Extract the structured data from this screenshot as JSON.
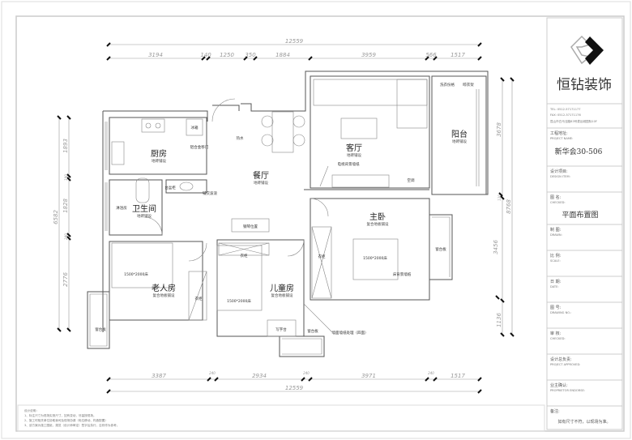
{
  "dimensions": {
    "top_total": "12559",
    "top_segments": [
      "3194",
      "140",
      "1250",
      "350",
      "1884",
      "3959",
      "566",
      "1517"
    ],
    "bottom_total": "12559",
    "bottom_segments": [
      "3387",
      "240",
      "2934",
      "240",
      "3971",
      "240",
      "1517"
    ],
    "left_total": "6582",
    "left_segments": [
      "1893",
      "190",
      "1828",
      "240",
      "2776"
    ],
    "right_total": "8768",
    "right_segments": [
      "3678",
      "120",
      "3456",
      "1136"
    ]
  },
  "rooms": {
    "kitchen": {
      "name": "厨房",
      "floor": "地砖铺设"
    },
    "bathroom": {
      "name": "卫生间",
      "floor": "地砖铺设"
    },
    "dining": {
      "name": "餐厅",
      "floor": "地砖铺设"
    },
    "living": {
      "name": "客厅",
      "floor": "地砖铺设"
    },
    "balcony": {
      "name": "阳台",
      "floor": "地砖铺设"
    },
    "master": {
      "name": "主卧",
      "floor": "复合地板铺设"
    },
    "elder": {
      "name": "老人房",
      "floor": "复合地板铺设"
    },
    "children": {
      "name": "儿童房",
      "floor": "复合地板铺设"
    }
  },
  "annotations": {
    "fridge": "冰箱",
    "kitchen_door": "铝合金移门",
    "water_heater": "热水",
    "basin": "台盆柜",
    "wave": "铺交波浪",
    "shower": "淋浴房",
    "piano": "钢琴位置",
    "tv_wall": "电视背景墙纸",
    "ac": "空调",
    "laundry": "洗衣份格",
    "drying": "晾衣架",
    "wardrobe": "衣柜",
    "bed": "1500*2000床",
    "desk": "写字台",
    "sill": "窗台板",
    "bed_wall": "床背景墙纸",
    "wallpaper": "墙面墙纸处理（四面）"
  },
  "notes": {
    "title": "设计说明：",
    "items": [
      "1、标注尺寸为现场实测尺寸，如有变动，尽量按现场。",
      "2、施工时相关单位协助我司及现场协调（电位移动、构造配置）",
      "3、该方案为施工图纸，规范（设计师审定）签字后执行，否则作为参考。"
    ]
  },
  "title_block": {
    "company": "恒钻装饰",
    "tel": "TEL: 0512-57171177",
    "fax": "FAX: 0512-57171176",
    "address": "昆山市白马泾路83号麦谷城国际10F",
    "project_label": "工程地址:",
    "project_label_en": "PROJECT NAME:",
    "project": "新华会30-506",
    "design_label": "设计项目:",
    "design_label_en": "DESIGN ITEM:",
    "name_label": "图 名:",
    "name_label_en": "CHECKED:",
    "drawing_name": "平面布置图",
    "fields": [
      {
        "cn": "制 图:",
        "en": "DRAWN:"
      },
      {
        "cn": "比 例:",
        "en": "SCALE:"
      },
      {
        "cn": "日 期:",
        "en": "DATE:"
      },
      {
        "cn": "图 号:",
        "en": "DRAWING NO.:"
      },
      {
        "cn": "审 核:",
        "en": "CHECKED:"
      },
      {
        "cn": "设计总负责:",
        "en": "PROJECT APPROVED:"
      },
      {
        "cn": "业主确认:",
        "en": "PROPRIETOR ENDORSE:"
      }
    ],
    "remark_label": "备注:",
    "remark": "如有尺寸不符，以现场为准。"
  }
}
